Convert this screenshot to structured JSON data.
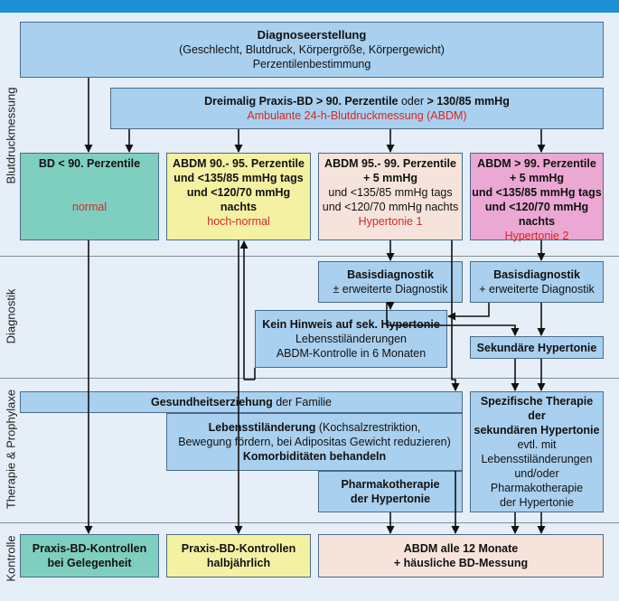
{
  "sections": {
    "measurement": "Blutdruckmessung",
    "diagnostics": "Diagnostik",
    "therapy": "Therapie & Prophylaxe",
    "control": "Kontrolle"
  },
  "diagnosis": {
    "title": "Diagnoseerstellung",
    "line2": "(Geschlecht, Blutdruck, Körpergröße, Körpergewicht)",
    "line3": "Perzentilenbestimmung"
  },
  "praxis_bd": {
    "bold": "Dreimalig Praxis-BD > 90. Perzentile",
    "or": " oder ",
    "bold2": "> 130/85 mmHg",
    "red": "Ambulante 24-h-Blutdruckmessung (ABDM)"
  },
  "categories": {
    "normal": {
      "title": "BD < 90. Perzentile",
      "status": "normal"
    },
    "high_normal": {
      "l1": "ABDM 90.- 95. Perzentile",
      "l2": "und <135/85 mmHg tags",
      "l3": "und <120/70 mmHg nachts",
      "status": "hoch-normal"
    },
    "hyper1": {
      "l1": "ABDM 95.- 99. Perzentile",
      "l2": "+ 5 mmHg",
      "l3": "und <135/85 mmHg tags",
      "l4": "und <120/70 mmHg nachts",
      "status": "Hypertonie 1"
    },
    "hyper2": {
      "l1": "ABDM > 99. Perzentile",
      "l2": "+ 5 mmHg",
      "l3": "und <135/85 mmHg tags",
      "l4": "und <120/70 mmHg nachts",
      "status": "Hypertonie 2"
    }
  },
  "diagnostics": {
    "basis1": {
      "title": "Basisdiagnostik",
      "sub": "± erweiterte Diagnostik"
    },
    "basis2": {
      "title": "Basisdiagnostik",
      "sub": "+ erweiterte Diagnostik"
    },
    "no_secondary": {
      "title": "Kein Hinweis auf sek. Hypertonie",
      "l2": "Lebensstiländerungen",
      "l3": "ABDM-Kontrolle in 6 Monaten"
    },
    "secondary": "Sekundäre Hypertonie"
  },
  "therapy": {
    "health_ed": {
      "bold": "Gesundheitserziehung",
      "rest": " der Familie"
    },
    "lifestyle": {
      "bold": "Lebensstiländerung",
      "rest": " (Kochsalzrestriktion,",
      "l2": "Bewegung fördern, bei Adipositas Gewicht reduzieren)",
      "l3": "Komorbiditäten behandeln"
    },
    "pharma": {
      "l1": "Pharmakotherapie",
      "l2": "der Hypertonie"
    },
    "specific": {
      "l1": "Spezifische Therapie der",
      "l2": "sekundären Hypertonie",
      "l3": "evtl. mit",
      "l4": "Lebensstiländerungen",
      "l5": "und/oder",
      "l6": "Pharmakotherapie",
      "l7": "der Hypertonie"
    }
  },
  "control": {
    "c1": {
      "l1": "Praxis-BD-Kontrollen",
      "l2": "bei Gelegenheit"
    },
    "c2": {
      "l1": "Praxis-BD-Kontrollen",
      "l2": "halbjährlich"
    },
    "c3": {
      "l1": "ABDM alle 12 Monate",
      "l2": "+ häusliche BD-Messung"
    }
  },
  "colors": {
    "blue_box": "#a9d0ee",
    "teal_box": "#7fcfc0",
    "yellow_box": "#f5f1a3",
    "pale_box": "#f6e4dc",
    "pink_box": "#eaa8d2",
    "red_text": "#d62828",
    "top_bar": "#1a8fd4",
    "background": "#e6eef7"
  }
}
